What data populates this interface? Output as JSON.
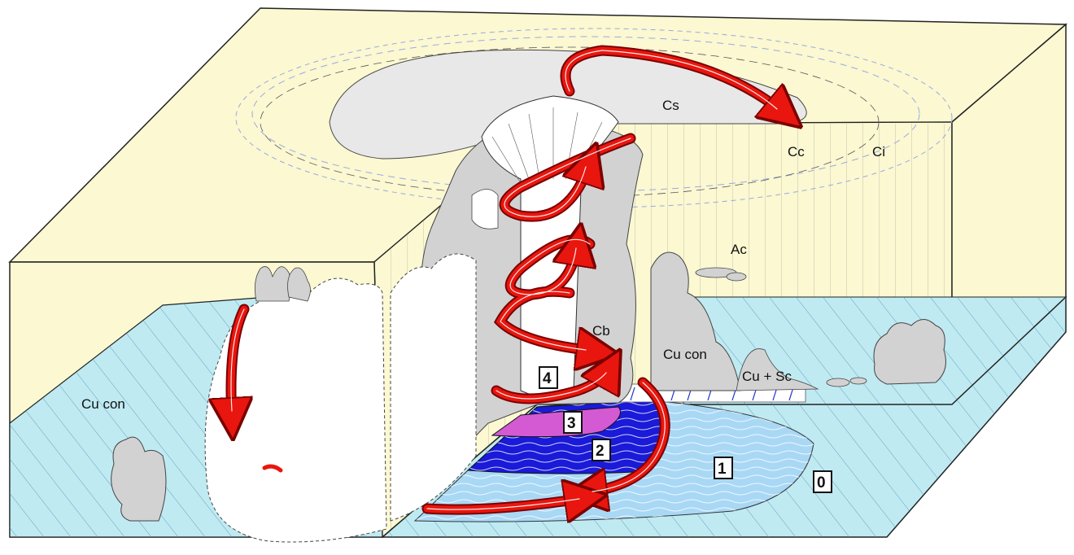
{
  "labels": {
    "cs": "Cs",
    "cc": "Cc",
    "ci": "Ci",
    "ac": "Ac",
    "cb": "Cb",
    "cu_con_center": "Cu con",
    "cu_sc": "Cu + Sc",
    "cu_con_left": "Cu con"
  },
  "zones": {
    "z0": "0",
    "z1": "1",
    "z2": "2",
    "z3": "3",
    "z4": "4"
  },
  "colors": {
    "sky": "#fbf8d2",
    "ground": "#bfeaf2",
    "zone1": "#a9d8f5",
    "zone2": "#1a1ad8",
    "zone3": "#d45ad4",
    "cloud_gray": "#d2d2d2",
    "cloud_white": "#ffffff",
    "arrow_red": "#e8160e",
    "outline": "#222222"
  }
}
